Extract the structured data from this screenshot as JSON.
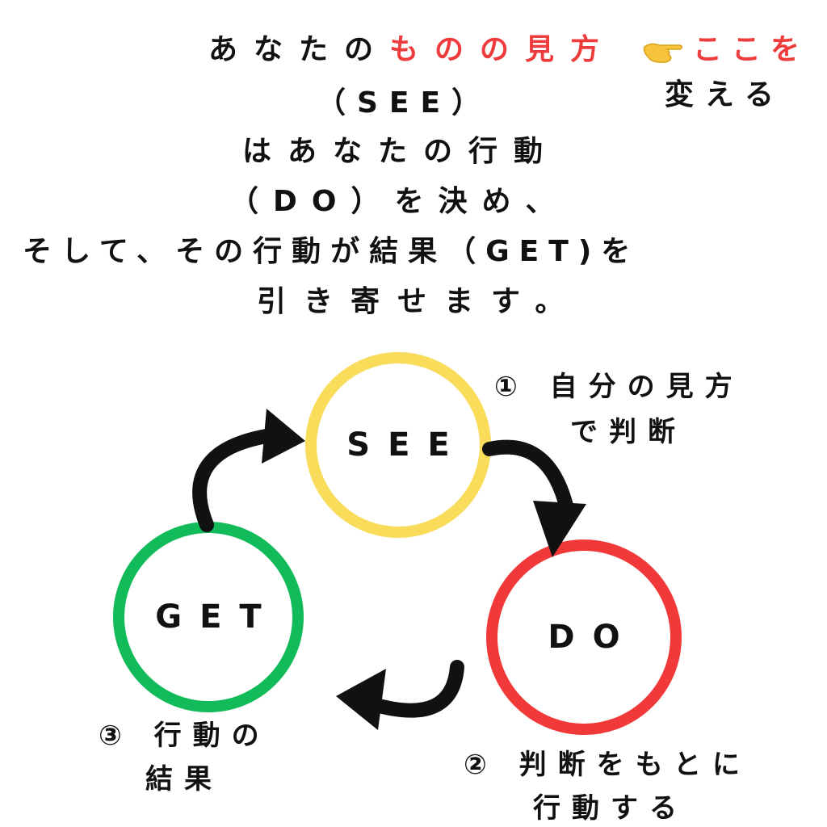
{
  "headline": {
    "line1_prefix": "あなたの",
    "line1_highlight": "ものの見方",
    "note_highlight": "ここを",
    "note_text": "変える",
    "line2": "（SEE）",
    "line3": "はあなたの行動",
    "line4": "（DO）を決め、",
    "line5": "そして、その行動が結果（GET)を",
    "line6": "引き寄せます。"
  },
  "cycle": {
    "nodes": [
      {
        "label": "SEE",
        "color": "#f8dc5a"
      },
      {
        "label": "DO",
        "color": "#f2393a"
      },
      {
        "label": "GET",
        "color": "#12bb5a"
      }
    ],
    "steps": [
      {
        "line1": "① 自分の見方",
        "line2": "で判断"
      },
      {
        "line1": "② 判断をもとに",
        "line2": "行動する"
      },
      {
        "line1": "③ 行動の",
        "line2": "結果"
      }
    ]
  },
  "colors": {
    "accent": "#ee3b3b",
    "see": "#f8dc5a",
    "do": "#f2393a",
    "get": "#12bb5a",
    "pointer": "#f5c43a"
  },
  "icons": {
    "pointer": "hand-pointing-right-icon",
    "arrows": "curved-arrow-icon"
  }
}
